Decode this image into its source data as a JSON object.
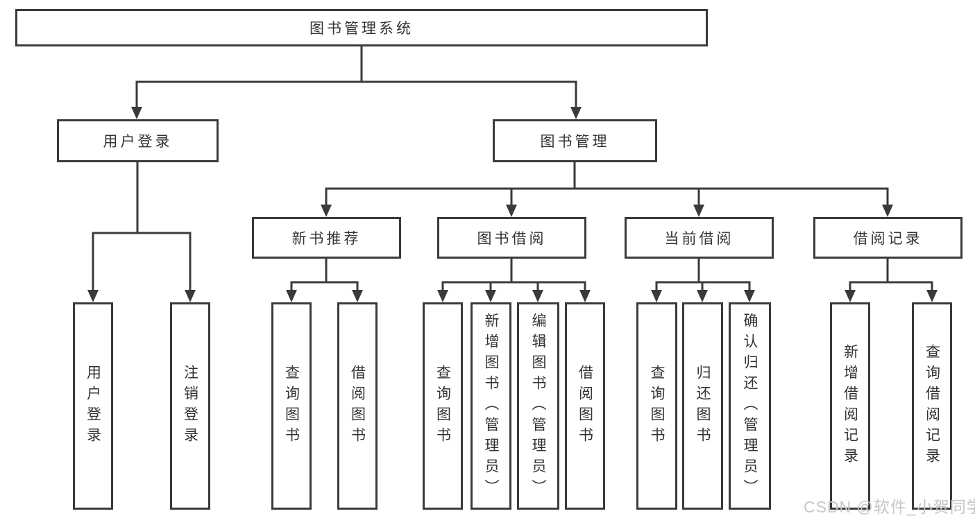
{
  "diagram": {
    "title": "图书管理系统",
    "root": {
      "label": "图书管理系统"
    },
    "branches": [
      {
        "label": "用户登录",
        "children": [
          {
            "label": "用户登录"
          },
          {
            "label": "注销登录"
          }
        ]
      },
      {
        "label": "图书管理",
        "children": [
          {
            "label": "新书推荐",
            "children": [
              {
                "label": "查询图书"
              },
              {
                "label": "借阅图书"
              }
            ]
          },
          {
            "label": "图书借阅",
            "children": [
              {
                "label": "查询图书"
              },
              {
                "label": "新增图书（管理员）"
              },
              {
                "label": "编辑图书（管理员）"
              },
              {
                "label": "借阅图书"
              }
            ]
          },
          {
            "label": "当前借阅",
            "children": [
              {
                "label": "查询图书"
              },
              {
                "label": "归还图书"
              },
              {
                "label": "确认归还（管理员）"
              }
            ]
          },
          {
            "label": "借阅记录",
            "children": [
              {
                "label": "新增借阅记录"
              },
              {
                "label": "查询借阅记录"
              }
            ]
          }
        ]
      }
    ]
  },
  "watermark": {
    "text": "CSDN @软件_小贺同学"
  },
  "colors": {
    "line": "#3a3a3a",
    "border": "#3a3a3a",
    "text": "#333333",
    "watermark": "#c6c6c6",
    "background": "#ffffff"
  }
}
